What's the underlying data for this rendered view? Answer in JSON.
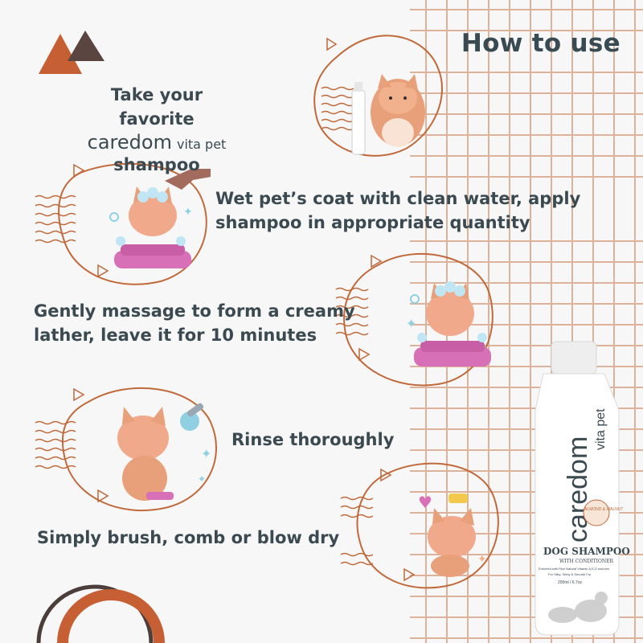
{
  "header": {
    "title": "How to use"
  },
  "steps": {
    "s1": {
      "line1": "Take your favorite",
      "brand": "caredom",
      "brand_sub": "vita pet",
      "line3": "shampoo"
    },
    "s2": {
      "line1": "Wet pet’s coat with clean water, apply",
      "line2": "shampoo in appropriate quantity"
    },
    "s3": {
      "line1": "Gently massage to form a creamy",
      "line2": "lather, leave it for 10 minutes"
    },
    "s4": {
      "text": "Rinse thoroughly"
    },
    "s5": {
      "text": "Simply brush, comb or blow dry"
    }
  },
  "product": {
    "brand": "caredom",
    "sub": "vita pet",
    "name": "DOG SHAMPOO",
    "variant": "WITH CONDITIONER",
    "badge": "ALMOND & WALNUT",
    "desc1": "Enriched with Rich Natural Vitamin A,E,D sources",
    "desc2": "For Silky, Shiny & Smooth Fur",
    "volume": "200ml / 6.7oz"
  },
  "colors": {
    "accent": "#c06a3b",
    "dark": "#384a52",
    "grid": "#d9a68a",
    "pink": "#d770b6"
  }
}
